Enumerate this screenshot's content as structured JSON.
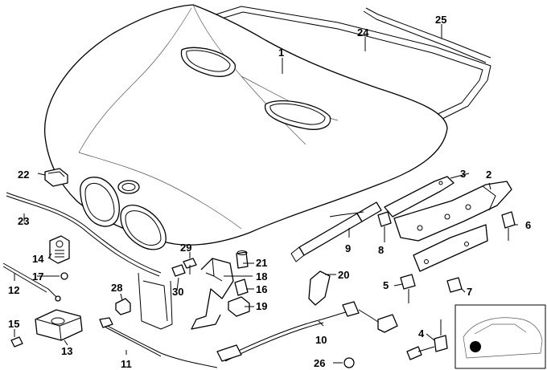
{
  "diagram": {
    "labels": {
      "p1": "1",
      "p2": "2",
      "p3": "3",
      "p4": "4",
      "p5": "5",
      "p6": "6",
      "p7": "7",
      "p8": "8",
      "p9": "9",
      "p10": "10",
      "p11": "11",
      "p12": "12",
      "p13": "13",
      "p14": "14",
      "p15": "15",
      "p16": "16",
      "p17": "17",
      "p18": "18",
      "p19": "19",
      "p20": "20",
      "p21": "21",
      "p22": "22",
      "p23": "23",
      "p24": "24",
      "p25": "25",
      "p26": "26",
      "p28": "28",
      "p29": "29",
      "p30": "30"
    },
    "colors": {
      "line": "#000000",
      "background": "#ffffff",
      "marker": "#000000"
    },
    "inset": {
      "icon": "car-location-icon"
    }
  }
}
